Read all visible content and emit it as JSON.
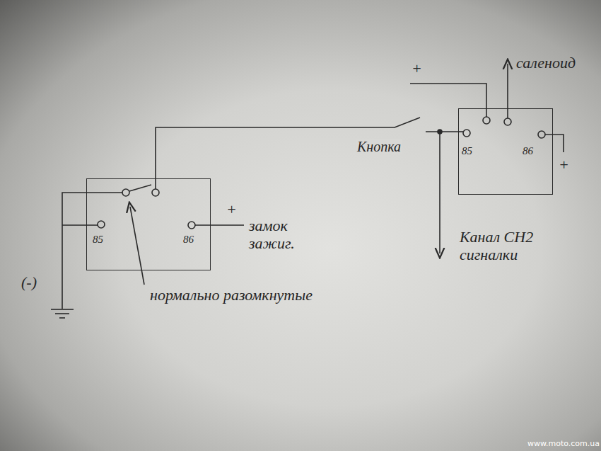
{
  "diagram": {
    "nodes": [
      {
        "text": [
          "85",
          "86"
        ]
      },
      {
        "text": [
          "85",
          "86"
        ]
      }
    ],
    "edges": [
      {
        "from": 0,
        "to": 1,
        "arrow": "none",
        "label": "Кнопка"
      }
    ],
    "labels": [
      "+",
      "саленоид",
      "+",
      "+",
      "замок зажиг.",
      "Канал CH2 сигналки",
      "(-)",
      "нормально разомкнутые",
      "www.moto.com.ua"
    ]
  }
}
